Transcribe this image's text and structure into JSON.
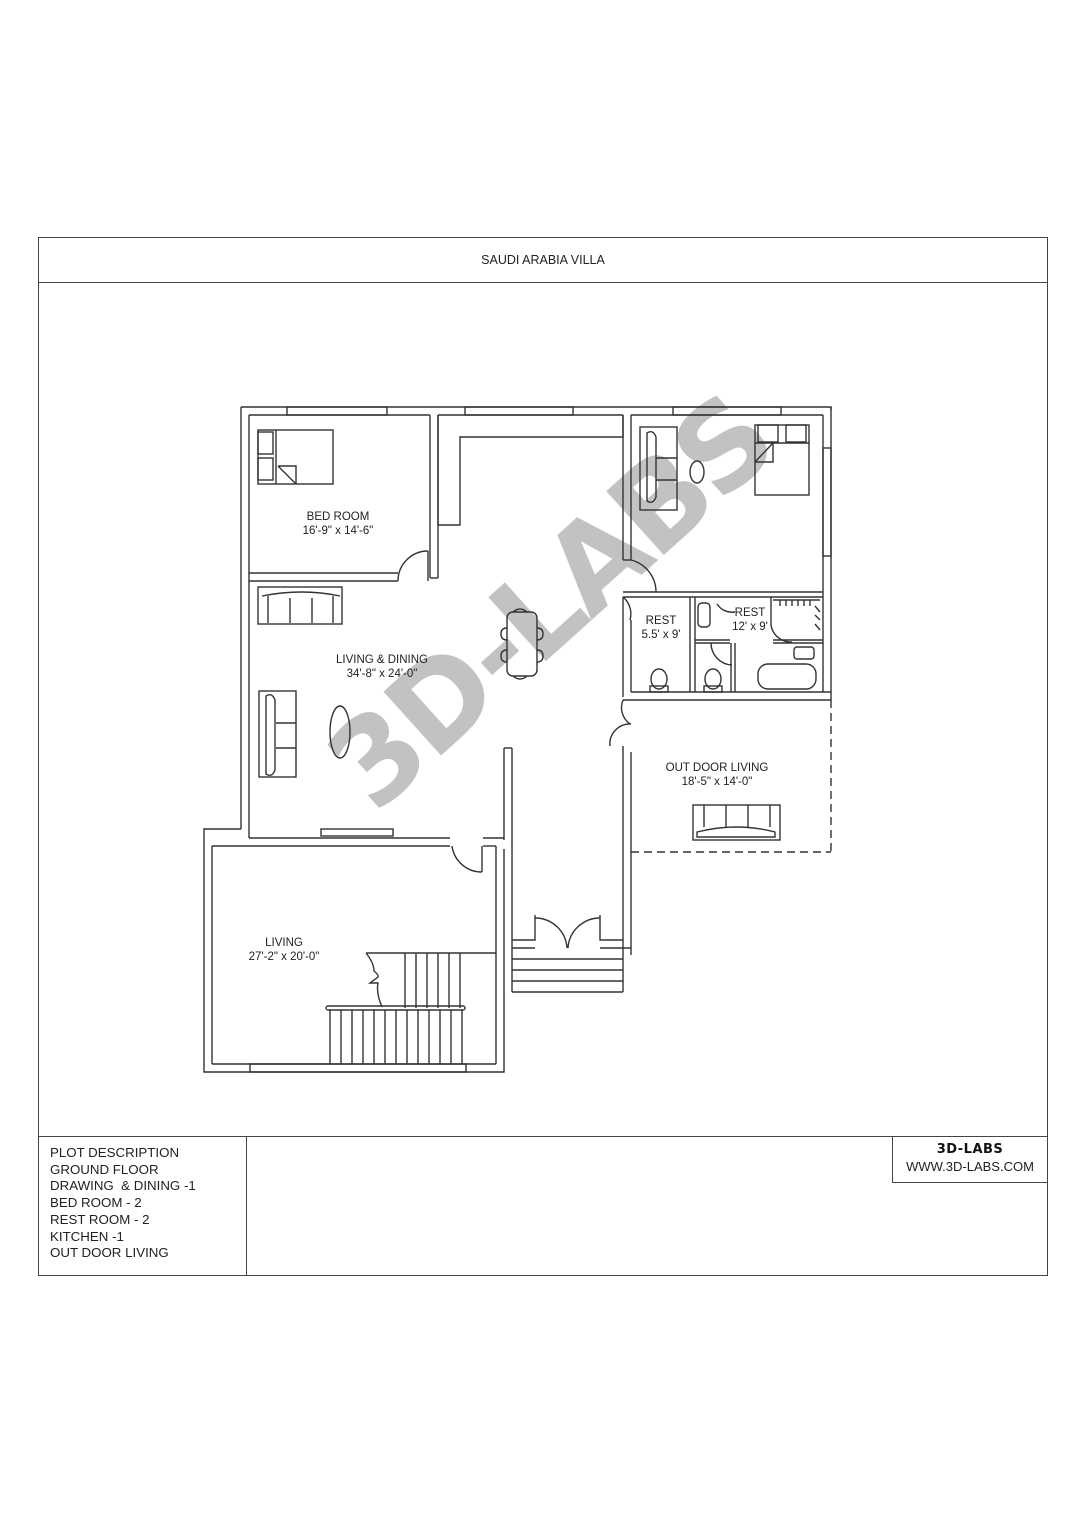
{
  "title": "SAUDI ARABIA VILLA",
  "rooms": [
    {
      "name": "BED ROOM",
      "size": "16'-9\" x 14'-6\""
    },
    {
      "name": "LIVING & DINING",
      "size": "34'-8\" x 24'-0\""
    },
    {
      "name": "REST",
      "size": "5.5' x 9'"
    },
    {
      "name": "REST",
      "size": "12' x 9'"
    },
    {
      "name": "OUT DOOR LIVING",
      "size": "18'-5\" x 14'-0\""
    },
    {
      "name": "LIVING",
      "size": "27'-2\" x 20'-0\""
    }
  ],
  "watermark": "3D-LABS",
  "plot_description": {
    "lines": [
      "PLOT DESCRIPTION",
      "GROUND FLOOR",
      "DRAWING  & DINING -1",
      "BED ROOM - 2",
      "REST ROOM - 2",
      "KITCHEN -1",
      "OUT DOOR LIVING"
    ]
  },
  "brand": {
    "name": "3D-LABS",
    "url": "WWW.3D-LABS.COM"
  },
  "colors": {
    "line": "#333333",
    "watermark": "#bdbdbd",
    "background": "#ffffff"
  }
}
